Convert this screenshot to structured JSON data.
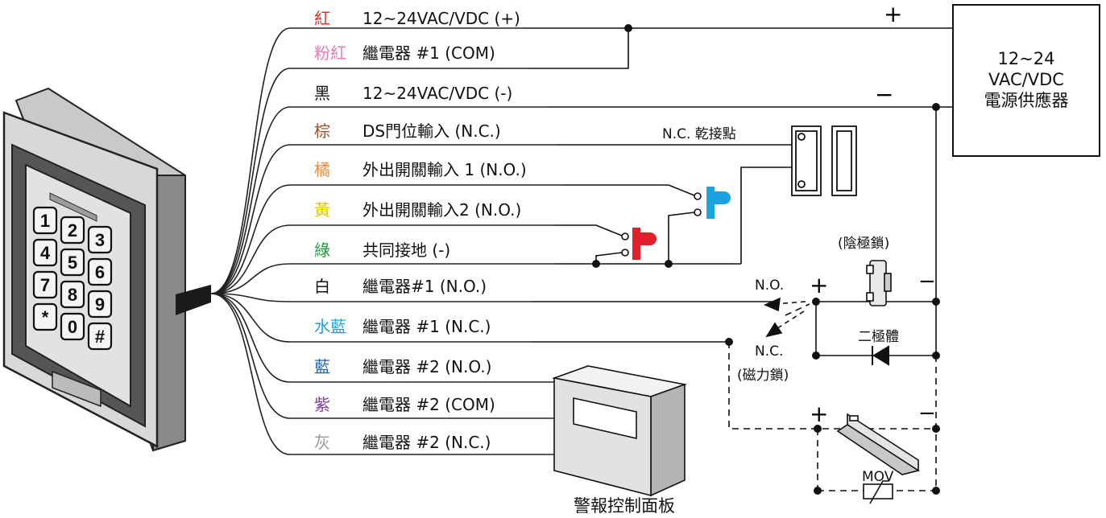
{
  "wires": [
    {
      "color_name": "紅",
      "desc": "12~24VAC/VDC (+)",
      "color": "#e0302a"
    },
    {
      "color_name": "粉紅",
      "desc": "繼電器 #1 (COM)",
      "color": "#e879b8"
    },
    {
      "color_name": "黑",
      "desc": "12~24VAC/VDC (-)",
      "color": "#111111"
    },
    {
      "color_name": "棕",
      "desc": "DS門位輸入 (N.C.)",
      "color": "#a0522d"
    },
    {
      "color_name": "橘",
      "desc": "外出開關輸入 1 (N.O.)",
      "color": "#f08a3c"
    },
    {
      "color_name": "黃",
      "desc": "外出開關輸入2 (N.O.)",
      "color": "#e6c200"
    },
    {
      "color_name": "綠",
      "desc": "共同接地 (-)",
      "color": "#1f9a3a"
    },
    {
      "color_name": "白",
      "desc": "繼電器#1 (N.O.)",
      "color": "#111111"
    },
    {
      "color_name": "水藍",
      "desc": "繼電器 #1 (N.C.)",
      "color": "#1aa3e0"
    },
    {
      "color_name": "藍",
      "desc": "繼電器 #2 (N.O.)",
      "color": "#1c5fae"
    },
    {
      "color_name": "紫",
      "desc": "繼電器 #2 (COM)",
      "color": "#7b3f9e"
    },
    {
      "color_name": "灰",
      "desc": "繼電器 #2 (N.C.)",
      "color": "#9a9a9a"
    }
  ],
  "power_supply": {
    "line1": "12~24",
    "line2": "VAC/VDC",
    "line3": "電源供應器",
    "plus": "+",
    "minus": "−"
  },
  "labels": {
    "nc_dry_contact": "N.C. 乾接點",
    "strike_lock": "(陰極鎖)",
    "no": "N.O.",
    "nc": "N.C.",
    "mag_lock": "(磁力鎖)",
    "diode": "二極體",
    "mov": "MOV",
    "alarm_panel": "警報控制面板",
    "plus": "+",
    "minus": "−"
  },
  "keypad": {
    "keys": [
      "1",
      "2",
      "3",
      "4",
      "5",
      "6",
      "7",
      "8",
      "9",
      "*",
      "0",
      "#"
    ]
  },
  "colors": {
    "exit_button_1": "#1aa3e0",
    "exit_button_2": "#e0202a",
    "line": "#111111"
  }
}
